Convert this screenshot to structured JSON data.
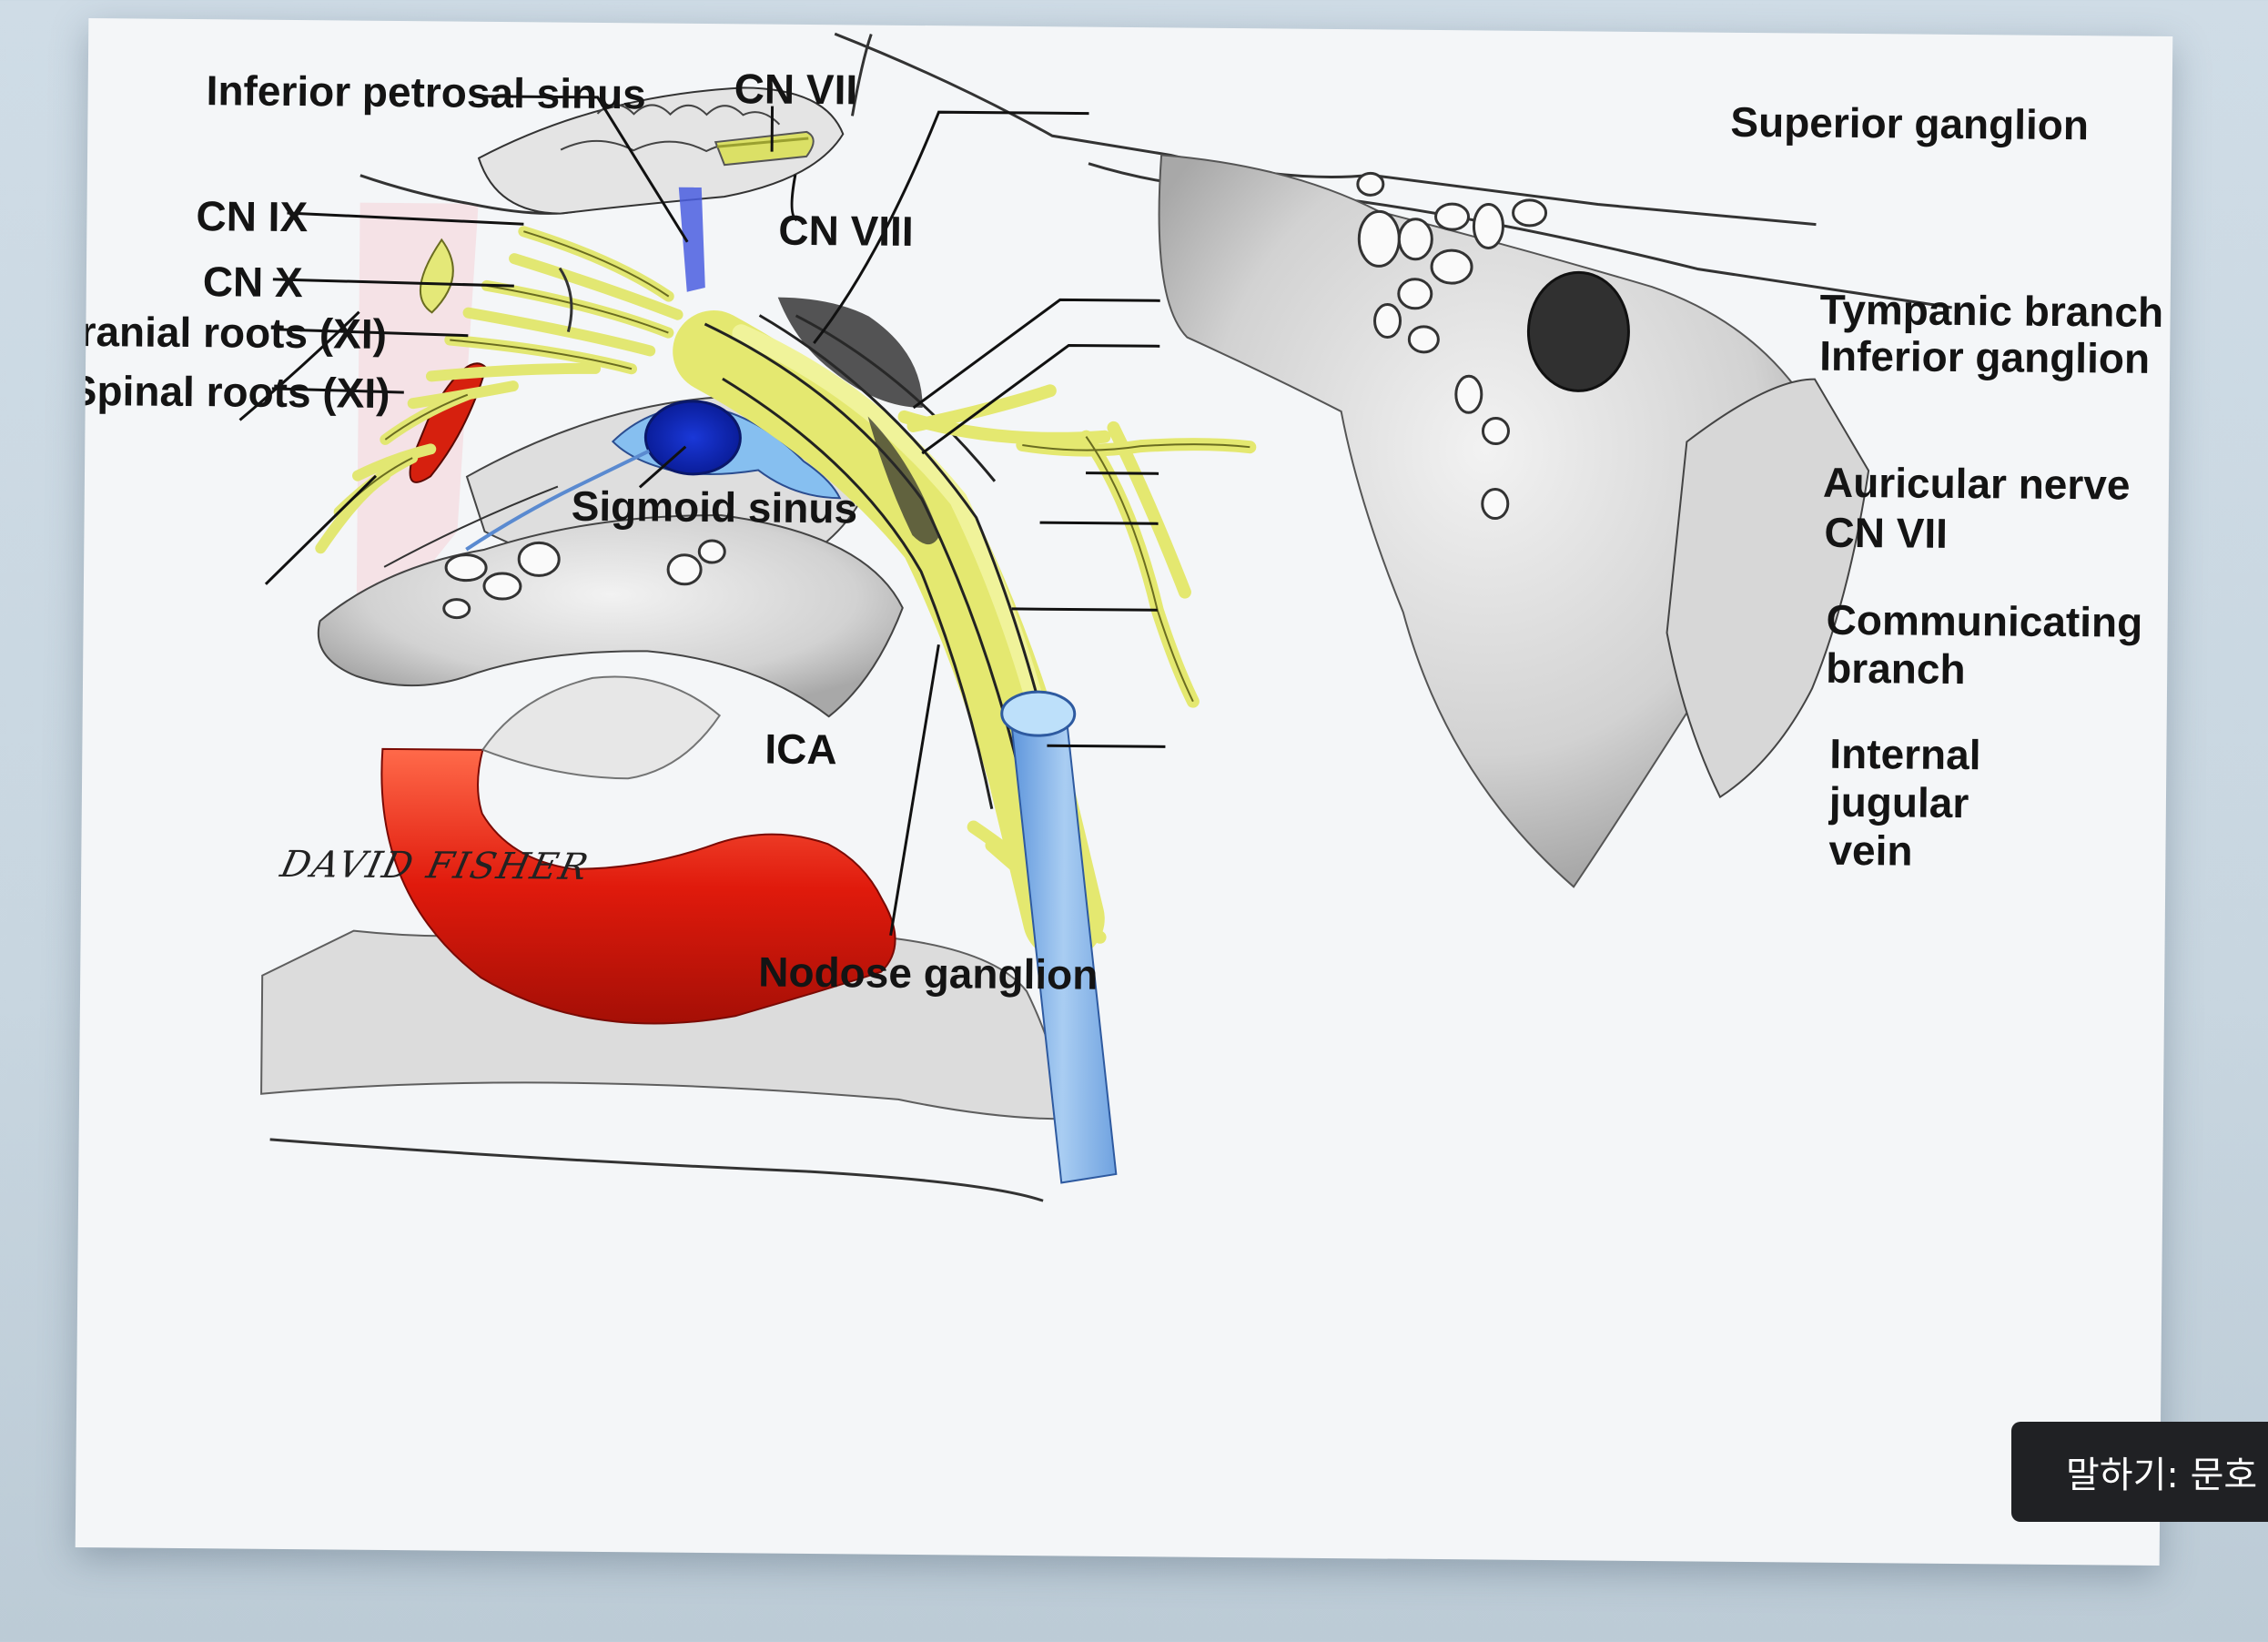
{
  "labels": {
    "inferior_petrosal_sinus": "Inferior petrosal sinus",
    "cn_vii_top": "CN VII",
    "superior_ganglion": "Superior ganglion",
    "cn_ix": "CN IX",
    "cn_viii": "CN VIII",
    "cn_x": "CN X",
    "cranial_roots": "Cranial roots (XI)",
    "spinal_roots": "Spinal roots (XI)",
    "tympanic_branch": "Tympanic branch",
    "inferior_ganglion": "Inferior ganglion",
    "auricular_nerve": "Auricular nerve",
    "cn_vii_right": "CN VII",
    "communicating_branch": "Communicating branch",
    "sigmoid_sinus": "Sigmoid sinus",
    "ica": "ICA",
    "internal_jugular_vein": "Internal jugular vein",
    "nodose_ganglion": "Nodose ganglion"
  },
  "signature": "DAVID FISHER",
  "caption_toast": "말하기: 문호",
  "colors": {
    "nerve": "#e8ec7c",
    "artery": "#dd1a10",
    "vein_dark": "#1e3fd8",
    "vein_light": "#7fb2ea",
    "bone": "#cdcdcd"
  }
}
